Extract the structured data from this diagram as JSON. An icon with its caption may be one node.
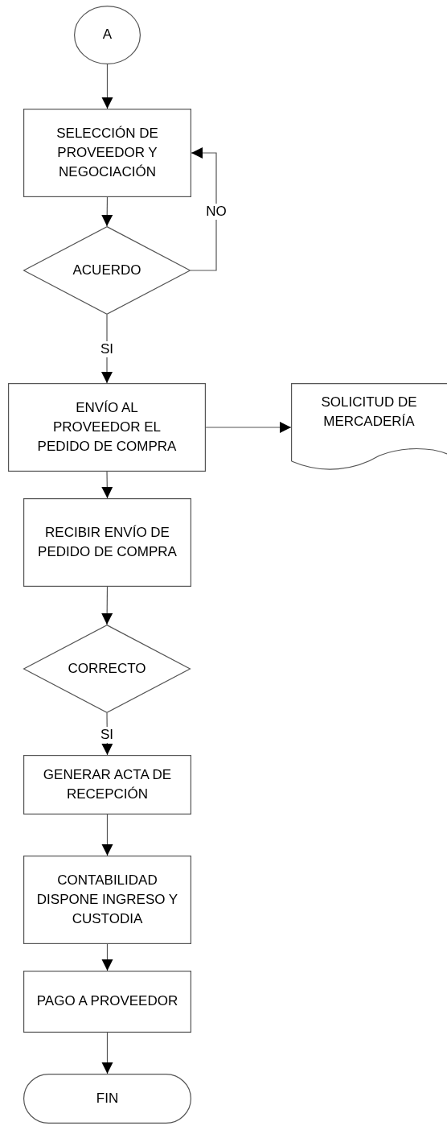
{
  "diagram": {
    "nodes": [
      {
        "text": [
          "A"
        ]
      },
      {
        "text": [
          "SELECCIÓN DE PROVEEDOR Y NEGOCIACIÓN"
        ]
      },
      {
        "text": [
          "ACUERDO"
        ]
      },
      {
        "text": [
          "ENVÍO AL PROVEEDOR EL PEDIDO DE COMPRA"
        ]
      },
      {
        "text": [
          "SOLICITUD DE MERCADERÍA"
        ]
      },
      {
        "text": [
          "RECIBIR ENVÍO DE PEDIDO DE COMPRA"
        ]
      },
      {
        "text": [
          "CORRECTO"
        ]
      },
      {
        "text": [
          "GENERAR ACTA DE RECEPCIÓN"
        ]
      },
      {
        "text": [
          "CONTABILIDAD DISPONE INGRESO Y CUSTODIA"
        ]
      },
      {
        "text": [
          "PAGO A PROVEEDOR"
        ]
      },
      {
        "text": [
          "FIN"
        ]
      }
    ],
    "edges": [
      {
        "from": 0,
        "to": 1,
        "arrow": "to"
      },
      {
        "from": 1,
        "to": 2,
        "arrow": "to"
      },
      {
        "from": 2,
        "to": 1,
        "arrow": "to",
        "label": "NO"
      },
      {
        "from": 2,
        "to": 3,
        "arrow": "to",
        "label": "SI"
      },
      {
        "from": 3,
        "to": 4,
        "arrow": "to"
      },
      {
        "from": 3,
        "to": 5,
        "arrow": "to"
      },
      {
        "from": 5,
        "to": 6,
        "arrow": "to"
      },
      {
        "from": 6,
        "to": 7,
        "arrow": "to",
        "label": "SI"
      },
      {
        "from": 7,
        "to": 8,
        "arrow": "to"
      },
      {
        "from": 8,
        "to": 9,
        "arrow": "to"
      },
      {
        "from": 9,
        "to": 10,
        "arrow": "to"
      }
    ]
  }
}
